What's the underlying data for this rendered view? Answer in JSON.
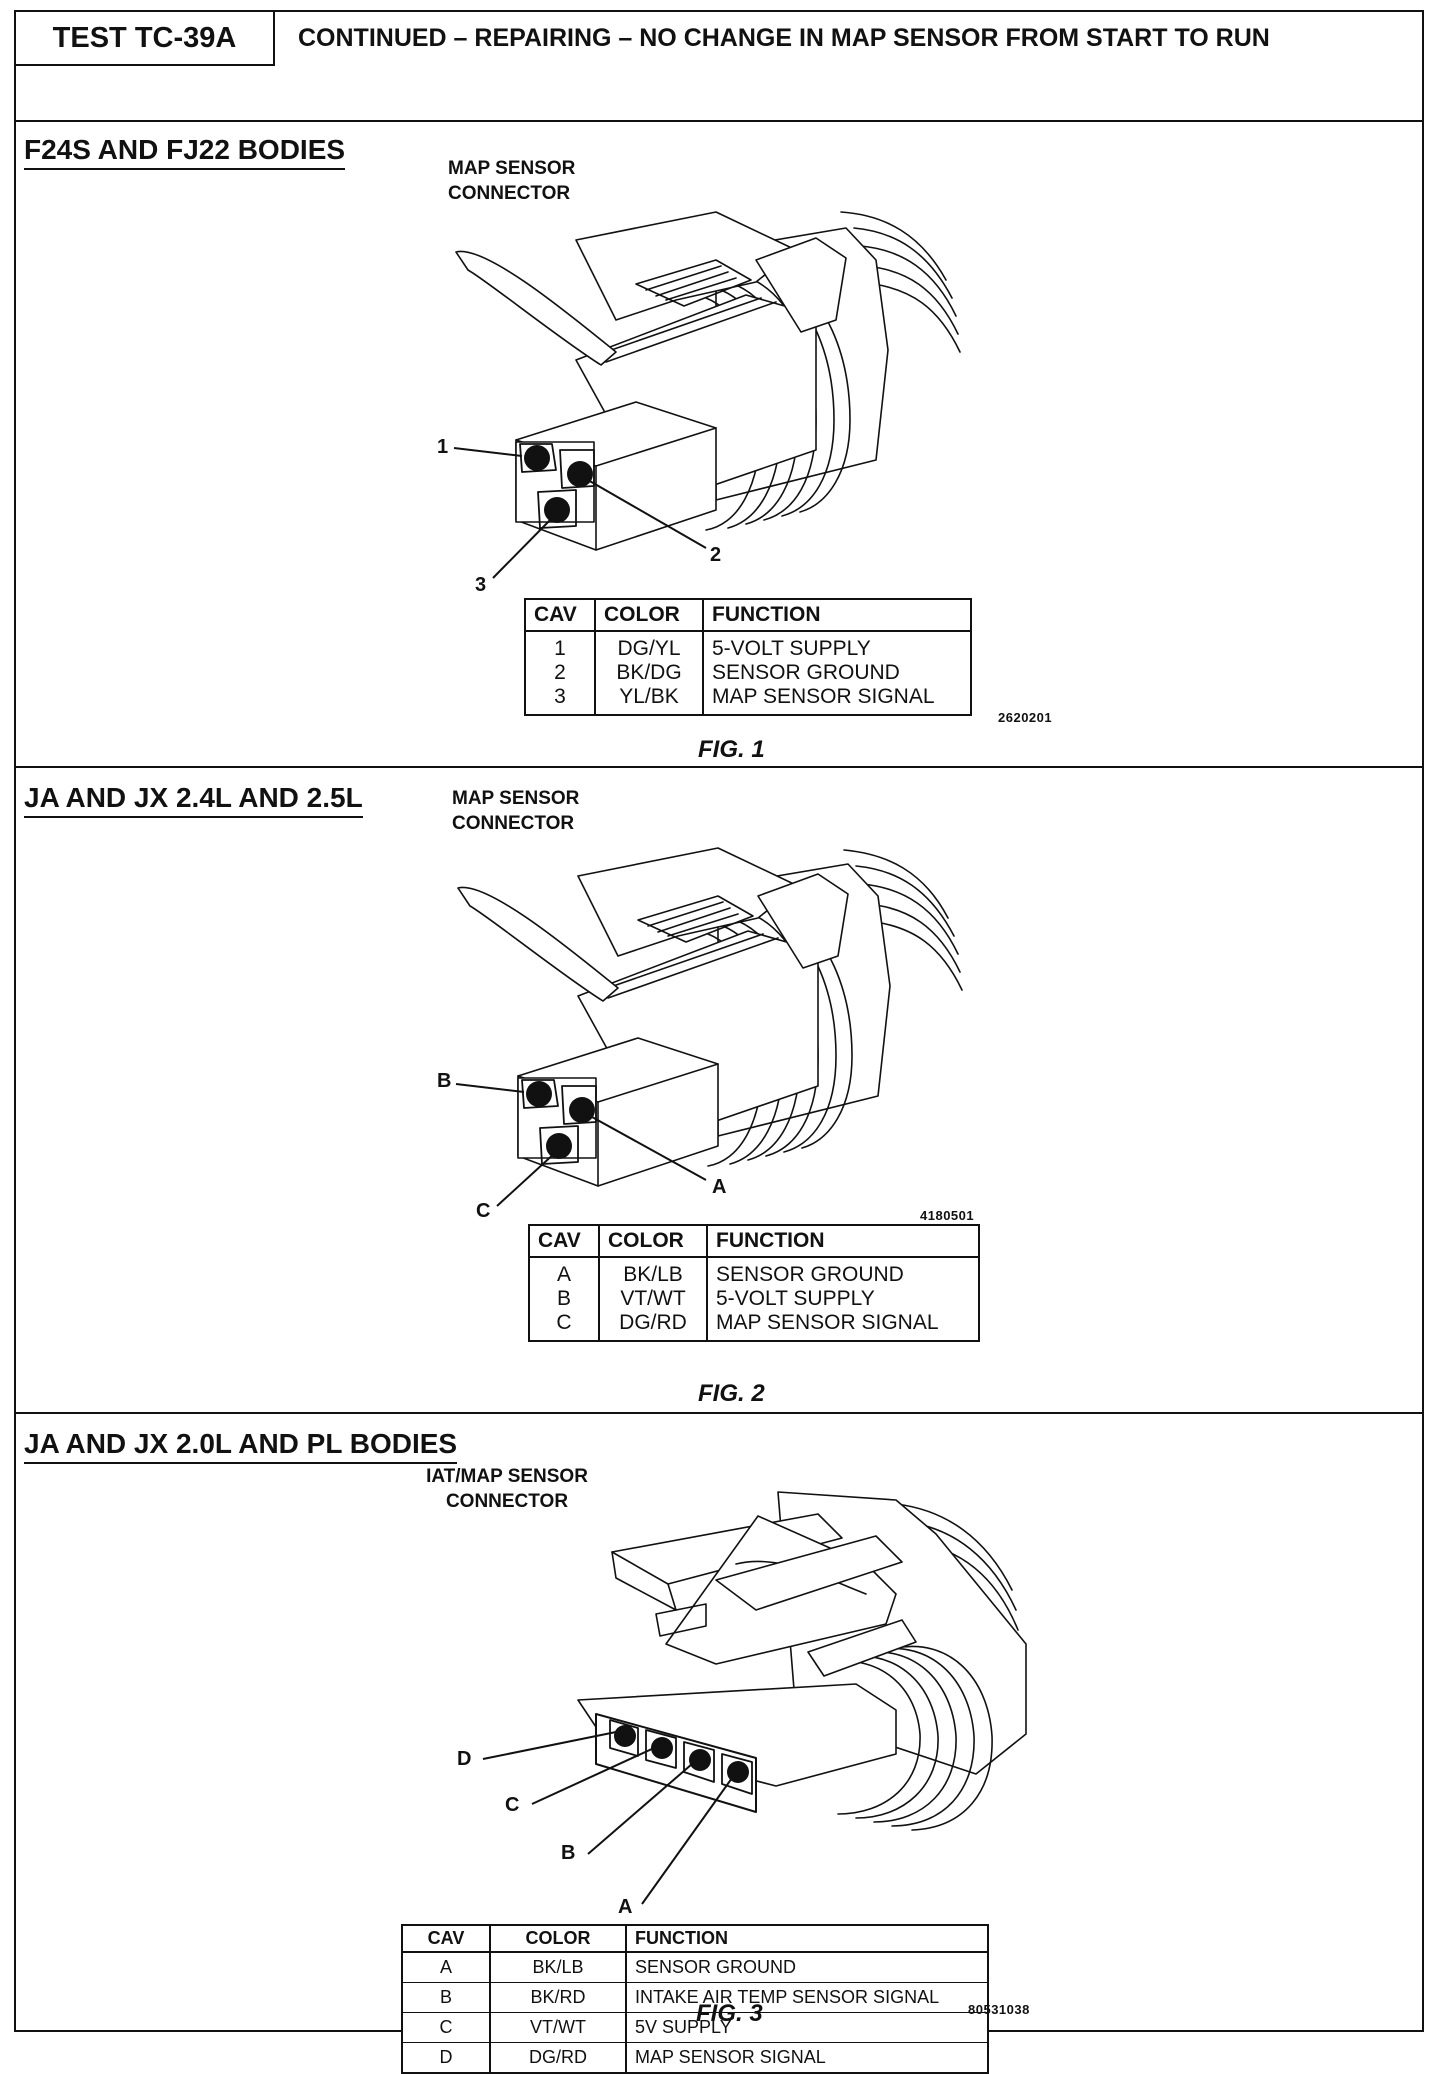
{
  "header": {
    "test_id": "TEST TC-39A",
    "title": "CONTINUED – REPAIRING – NO CHANGE IN MAP SENSOR FROM START TO RUN"
  },
  "sections": [
    {
      "title": "F24S AND FJ22 BODIES",
      "connector_label_line1": "MAP SENSOR",
      "connector_label_line2": "CONNECTOR",
      "pin_labels": [
        "1",
        "2",
        "3"
      ],
      "table": {
        "headers": [
          "CAV",
          "COLOR",
          "FUNCTION"
        ],
        "rows": [
          {
            "cav": "1",
            "color": "DG/YL",
            "function": "5-VOLT SUPPLY"
          },
          {
            "cav": "2",
            "color": "BK/DG",
            "function": "SENSOR GROUND"
          },
          {
            "cav": "3",
            "color": "YL/BK",
            "function": "MAP SENSOR SIGNAL"
          }
        ]
      },
      "ref_number": "2620201",
      "caption": "FIG. 1"
    },
    {
      "title": "JA AND JX 2.4L AND 2.5L",
      "connector_label_line1": "MAP SENSOR",
      "connector_label_line2": "CONNECTOR",
      "pin_labels": [
        "B",
        "A",
        "C"
      ],
      "table": {
        "headers": [
          "CAV",
          "COLOR",
          "FUNCTION"
        ],
        "rows": [
          {
            "cav": "A",
            "color": "BK/LB",
            "function": "SENSOR GROUND"
          },
          {
            "cav": "B",
            "color": "VT/WT",
            "function": "5-VOLT SUPPLY"
          },
          {
            "cav": "C",
            "color": "DG/RD",
            "function": "MAP SENSOR SIGNAL"
          }
        ]
      },
      "ref_number": "4180501",
      "caption": "FIG. 2"
    },
    {
      "title": "JA AND JX 2.0L AND PL BODIES",
      "connector_label_line1": "IAT/MAP SENSOR",
      "connector_label_line2": "CONNECTOR",
      "pin_labels": [
        "D",
        "C",
        "B",
        "A"
      ],
      "table": {
        "headers": [
          "CAV",
          "COLOR",
          "FUNCTION"
        ],
        "rows": [
          {
            "cav": "A",
            "color": "BK/LB",
            "function": "SENSOR GROUND"
          },
          {
            "cav": "B",
            "color": "BK/RD",
            "function": "INTAKE AIR TEMP SENSOR SIGNAL"
          },
          {
            "cav": "C",
            "color": "VT/WT",
            "function": "5V SUPPLY"
          },
          {
            "cav": "D",
            "color": "DG/RD",
            "function": "MAP SENSOR SIGNAL"
          }
        ]
      },
      "ref_number": "80531038",
      "caption": "FIG. 3"
    }
  ]
}
